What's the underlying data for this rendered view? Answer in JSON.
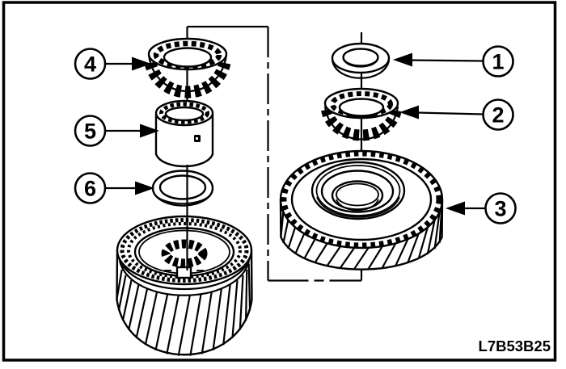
{
  "figure_code": "L7B53B25",
  "colors": {
    "line": "#000000",
    "background": "#ffffff"
  },
  "callouts": [
    {
      "number": "1"
    },
    {
      "number": "2"
    },
    {
      "number": "3"
    },
    {
      "number": "4"
    },
    {
      "number": "5"
    },
    {
      "number": "6"
    }
  ]
}
